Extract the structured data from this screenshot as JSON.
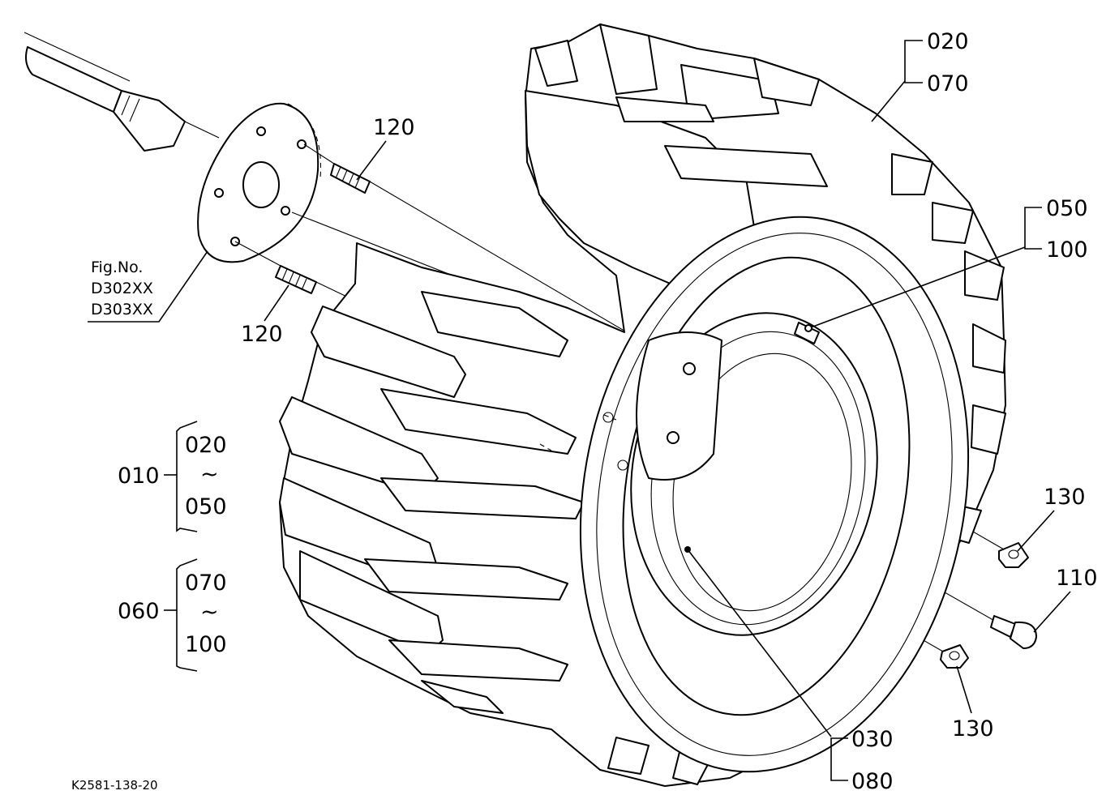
{
  "figure": {
    "ref_code": "K2581-138-20",
    "fig_note": {
      "line1": "Fig.No.",
      "line2": "D302XX",
      "line3": "D303XX"
    },
    "callouts": {
      "tire_top": "020",
      "tire_bottom": "070",
      "valve_top": "050",
      "valve_bottom": "100",
      "stud_upper": "120",
      "stud_lower": "120",
      "nut_right": "130",
      "nut_lower": "130",
      "bolt": "110",
      "rim_top": "030",
      "rim_bottom": "080"
    },
    "assemblies": [
      {
        "id": "010",
        "from": "020",
        "tilde": "~",
        "to": "050"
      },
      {
        "id": "060",
        "from": "070",
        "tilde": "~",
        "to": "100"
      }
    ]
  }
}
